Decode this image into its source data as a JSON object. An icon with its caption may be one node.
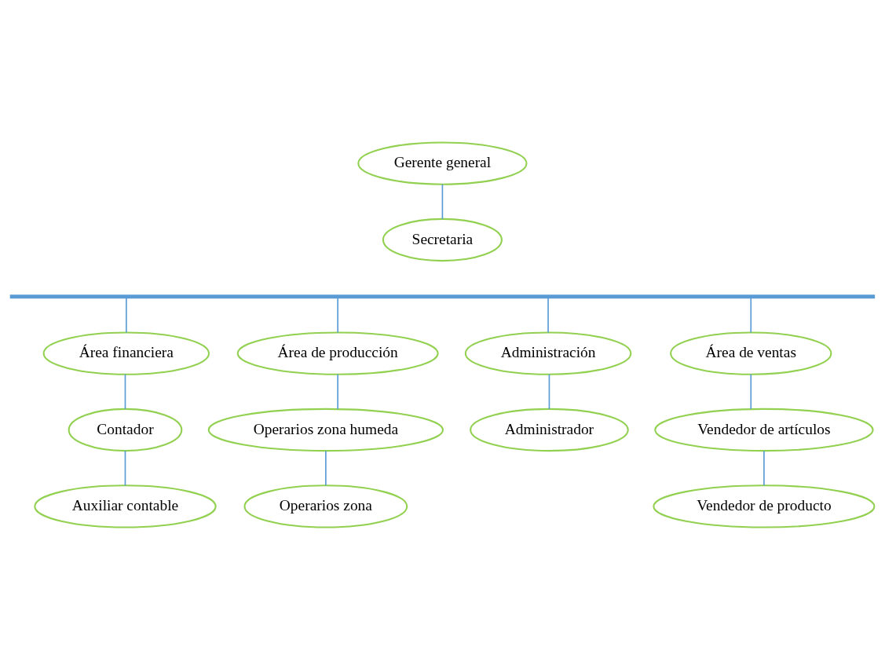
{
  "diagram": {
    "nodes": [
      {
        "text": [
          "Gerente general"
        ]
      },
      {
        "text": [
          "Secretaria"
        ]
      },
      {
        "text": [],
        "shape": "bar"
      },
      {
        "text": [
          "Área financiera"
        ]
      },
      {
        "text": [
          "Área de producción"
        ]
      },
      {
        "text": [
          "Administración"
        ]
      },
      {
        "text": [
          "Área de ventas"
        ]
      },
      {
        "text": [
          "Contador"
        ]
      },
      {
        "text": [
          "Auxiliar contable"
        ]
      },
      {
        "text": [
          "Operarios zona humeda"
        ]
      },
      {
        "text": [
          "Operarios zona"
        ]
      },
      {
        "text": [
          "Administrador"
        ]
      },
      {
        "text": [
          "Vendedor de artículos"
        ]
      },
      {
        "text": [
          "Vendedor de producto"
        ]
      }
    ],
    "edges": [
      {
        "from": 0,
        "to": 1,
        "arrow": "none"
      },
      {
        "from": 2,
        "to": 3,
        "arrow": "none"
      },
      {
        "from": 2,
        "to": 4,
        "arrow": "none"
      },
      {
        "from": 2,
        "to": 5,
        "arrow": "none"
      },
      {
        "from": 2,
        "to": 6,
        "arrow": "none"
      },
      {
        "from": 3,
        "to": 7,
        "arrow": "none"
      },
      {
        "from": 7,
        "to": 8,
        "arrow": "none"
      },
      {
        "from": 4,
        "to": 9,
        "arrow": "none"
      },
      {
        "from": 9,
        "to": 10,
        "arrow": "none"
      },
      {
        "from": 5,
        "to": 11,
        "arrow": "none"
      },
      {
        "from": 6,
        "to": 12,
        "arrow": "none"
      },
      {
        "from": 12,
        "to": 13,
        "arrow": "none"
      }
    ]
  }
}
